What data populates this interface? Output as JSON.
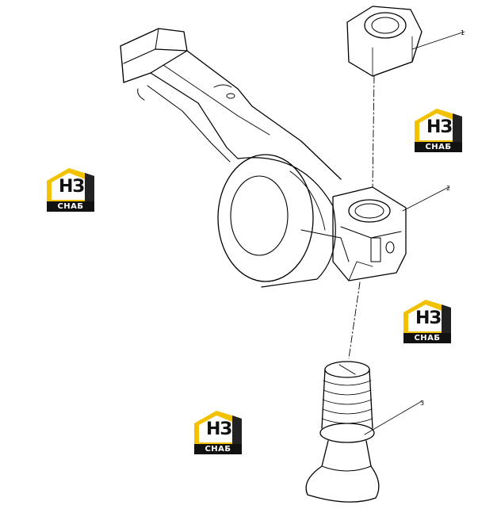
{
  "callouts": [
    {
      "id": "nut",
      "number": "1"
    },
    {
      "id": "rocker-arm",
      "number": "2"
    },
    {
      "id": "adjusting-screw",
      "number": "3"
    }
  ],
  "watermark": {
    "letters": "НЗ",
    "band_text": "СНАБ",
    "brand_color": "#f2c200",
    "dark_color": "#111111"
  }
}
